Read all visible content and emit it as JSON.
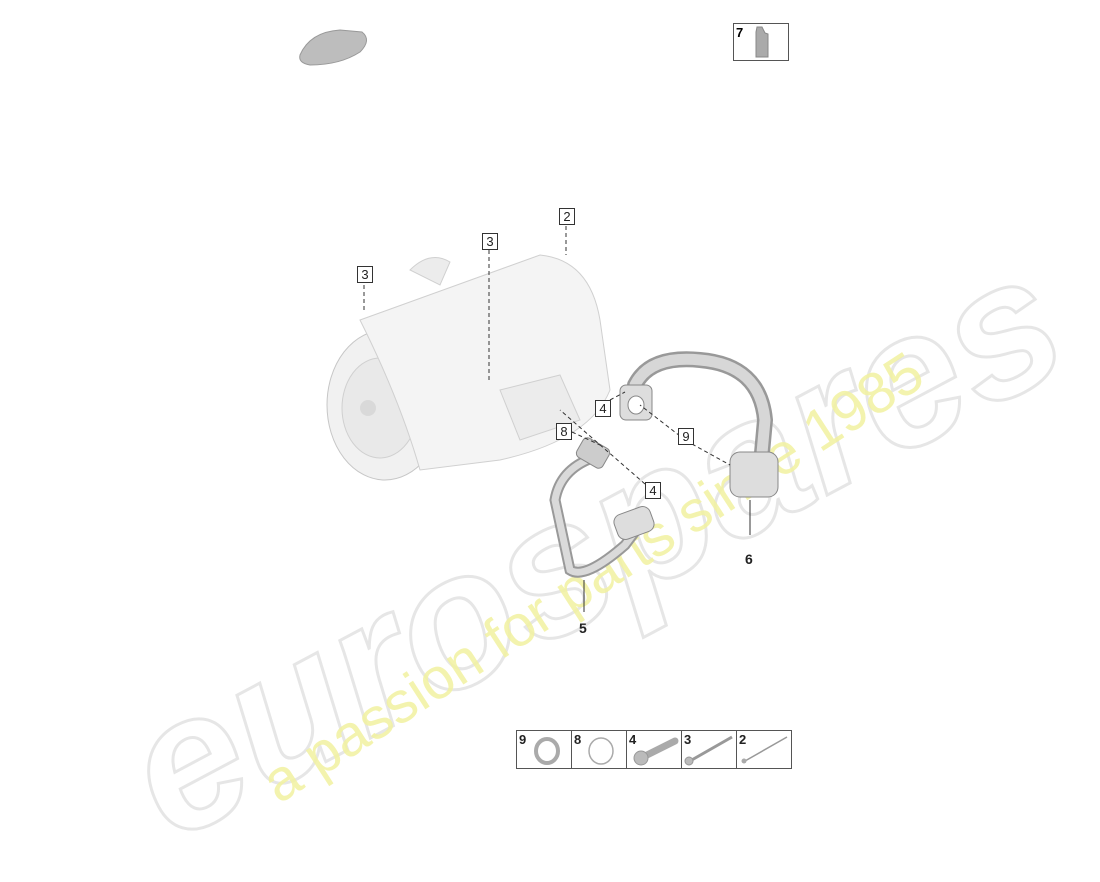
{
  "diagram": {
    "callouts": [
      {
        "id": "callout-3a",
        "text": "3"
      },
      {
        "id": "callout-3b",
        "text": "3"
      },
      {
        "id": "callout-2",
        "text": "2"
      },
      {
        "id": "callout-4a",
        "text": "4"
      },
      {
        "id": "callout-9",
        "text": "9"
      },
      {
        "id": "callout-8",
        "text": "8"
      },
      {
        "id": "callout-4b",
        "text": "4"
      }
    ],
    "part_labels": {
      "pipe_6": "6",
      "pipe_5": "5"
    },
    "oil_box_label": "7",
    "legend": [
      {
        "num": "9",
        "part": "seal-ring"
      },
      {
        "num": "8",
        "part": "o-ring"
      },
      {
        "num": "4",
        "part": "bolt"
      },
      {
        "num": "3",
        "part": "long-bolt"
      },
      {
        "num": "2",
        "part": "stud-bolt"
      }
    ]
  },
  "watermark": {
    "brand": "eurospares",
    "tagline": "a passion for parts since 1985",
    "colors": {
      "brand": "#e8e8e8",
      "tagline": "#f3f3a8"
    }
  }
}
